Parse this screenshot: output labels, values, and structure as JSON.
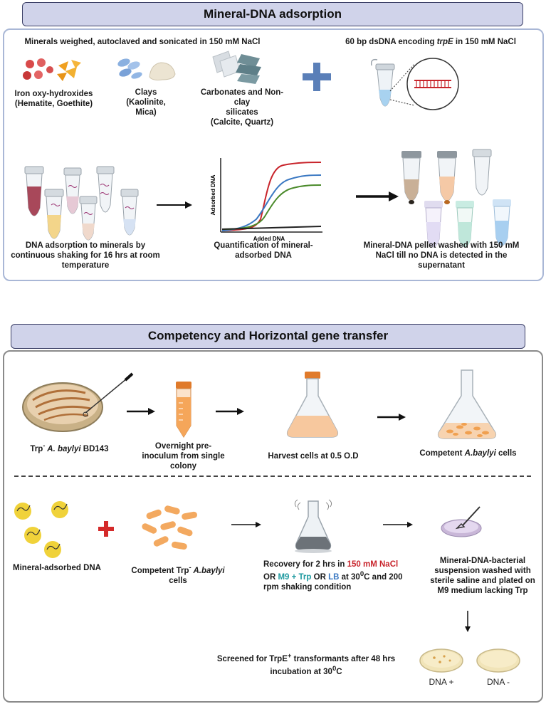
{
  "section1": {
    "title": "Mineral-DNA adsorption",
    "minerals_header": "Minerals weighed, autoclaved and sonicated in 150 mM NaCl",
    "dna_header_pre": "60 bp dsDNA encoding ",
    "dna_header_gene": "trpE",
    "dna_header_post": " in 150 mM NaCl",
    "mineral1_line1": "Iron oxy-hydroxides",
    "mineral1_line2": "(Hematite, Goethite)",
    "mineral2_line1": "Clays",
    "mineral2_line2": "(Kaolinite, Mica)",
    "mineral3_line1": "Carbonates and Non-clay",
    "mineral3_line2": "silicates",
    "mineral3_line3": "(Calcite, Quartz)",
    "step_adsorption": "DNA adsorption to minerals by continuous shaking for 16 hrs at room temperature",
    "step_quant": "Quantification of mineral-adsorbed DNA",
    "step_wash": "Mineral-DNA pellet washed with 150 mM NaCl till no DNA is detected in the supernatant",
    "graph_ylabel": "Adsorbed DNA",
    "graph_xlabel": "Added DNA"
  },
  "section2": {
    "title": "Competency and Horizontal gene transfer",
    "strain_pre": "Trp",
    "strain_sup": "-",
    "strain_name": " A. baylyi",
    "strain_post": " BD143",
    "step_preinoc": "Overnight pre-inoculum from single colony",
    "step_harvest": "Harvest cells at 0.5 O.D",
    "competent_pre": "Competent ",
    "competent_name": "A.baylyi",
    "competent_post": " cells",
    "mineral_dna": "Mineral-adsorbed DNA",
    "comp_trp_pre": "Competent Trp",
    "comp_trp_sup": "-",
    "comp_trp_name": " A.baylyi",
    "comp_trp_post": " cells",
    "recovery_1": "Recovery for 2 hrs in ",
    "recovery_nacl": "150 mM NaCl",
    "recovery_or1": "OR ",
    "recovery_m9": "M9 + Trp",
    "recovery_or2": " OR ",
    "recovery_lb": "LB",
    "recovery_temp": " at 30",
    "recovery_deg": "0",
    "recovery_end": "C and 200 rpm shaking condition",
    "washed": "Mineral-DNA-bacterial suspension washed with sterile saline and plated on M9 medium lacking Trp",
    "screen_pre": "Screened for TrpE",
    "screen_sup": "+",
    "screen_mid": " transformants after 48 hrs incubation at 30",
    "screen_deg": "0",
    "screen_end": "C",
    "dna_plus": "DNA +",
    "dna_minus": "DNA -"
  },
  "chart_data": {
    "type": "line",
    "xlabel": "Added DNA",
    "ylabel": "Adsorbed DNA",
    "series": [
      {
        "color": "#c8242b"
      },
      {
        "color": "#3a78c2"
      },
      {
        "color": "#4a8a2a"
      },
      {
        "color": "#222222"
      }
    ]
  },
  "colors": {
    "banner_fill": "#d0d3ea",
    "panel1_border": "#a9b7d6",
    "panel2_border": "#8a8a8a",
    "plus_blue": "#5a7fb8",
    "plus_red": "#d42a2a"
  }
}
